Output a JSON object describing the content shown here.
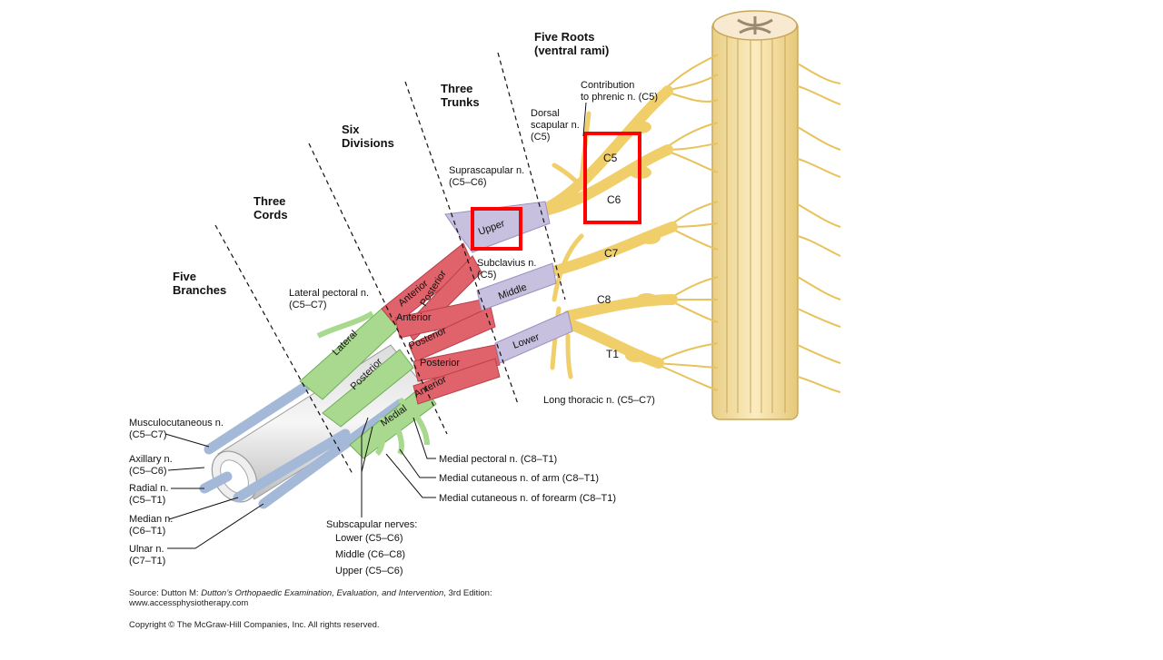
{
  "section_headers": {
    "five_roots_line1": "Five Roots",
    "five_roots_line2": "(ventral rami)",
    "three_trunks_line1": "Three",
    "three_trunks_line2": "Trunks",
    "six_divisions_line1": "Six",
    "six_divisions_line2": "Divisions",
    "three_cords_line1": "Three",
    "three_cords_line2": "Cords",
    "five_branches_line1": "Five",
    "five_branches_line2": "Branches"
  },
  "roots": [
    "C5",
    "C6",
    "C7",
    "C8",
    "T1"
  ],
  "trunks": {
    "upper": "Upper",
    "middle": "Middle",
    "lower": "Lower"
  },
  "divisions": {
    "anterior": "Anterior",
    "posterior": "Posterior"
  },
  "cords": {
    "lateral": "Lateral",
    "posterior": "Posterior",
    "medial": "Medial"
  },
  "nerve_labels": {
    "phrenic_line1": "Contribution",
    "phrenic_line2": "to phrenic n. (C5)",
    "dorsal_line1": "Dorsal",
    "dorsal_line2": "scapular n.",
    "dorsal_line3": "(C5)",
    "suprascapular_line1": "Suprascapular n.",
    "suprascapular_line2": "(C5–C6)",
    "subclavius_line1": "Subclavius n.",
    "subclavius_line2": "(C5)",
    "lateral_pectoral_line1": "Lateral pectoral n.",
    "lateral_pectoral_line2": "(C5–C7)",
    "long_thoracic": "Long thoracic n. (C5–C7)",
    "medial_pectoral": "Medial pectoral n. (C8–T1)",
    "medial_cutaneous_arm": "Medial cutaneous n. of arm (C8–T1)",
    "medial_cutaneous_forearm": "Medial cutaneous n. of forearm (C8–T1)",
    "musculocutaneous_line1": "Musculocutaneous n.",
    "musculocutaneous_line2": "(C5–C7)",
    "axillary_line1": "Axillary n.",
    "axillary_line2": "(C5–C6)",
    "radial_line1": "Radial n.",
    "radial_line2": "(C5–T1)",
    "median_line1": "Median n.",
    "median_line2": "(C6–T1)",
    "ulnar_line1": "Ulnar n.",
    "ulnar_line2": "(C7–T1)",
    "subscapular_title": "Subscapular nerves:",
    "subscapular_lower": "Lower (C5–C6)",
    "subscapular_middle": "Middle (C6–C8)",
    "subscapular_upper": "Upper (C5–C6)"
  },
  "source": {
    "line1_prefix": "Source: Dutton M: ",
    "line1_title": "Dutton’s Orthopaedic Examination, Evaluation, and Intervention",
    "line1_suffix": ", 3rd Edition:",
    "line2": "www.accessphysiotherapy.com",
    "copyright": "Copyright © The McGraw-Hill Companies, Inc. All rights reserved."
  },
  "colors": {
    "nerve_root": "#f0cf6a",
    "trunk": "#c8c0df",
    "division": "#e0626a",
    "cord": "#a9d98f",
    "branch": "#a4b8d8",
    "spinal_cord": "#f6e3ad",
    "highlight": "#ff0000"
  }
}
